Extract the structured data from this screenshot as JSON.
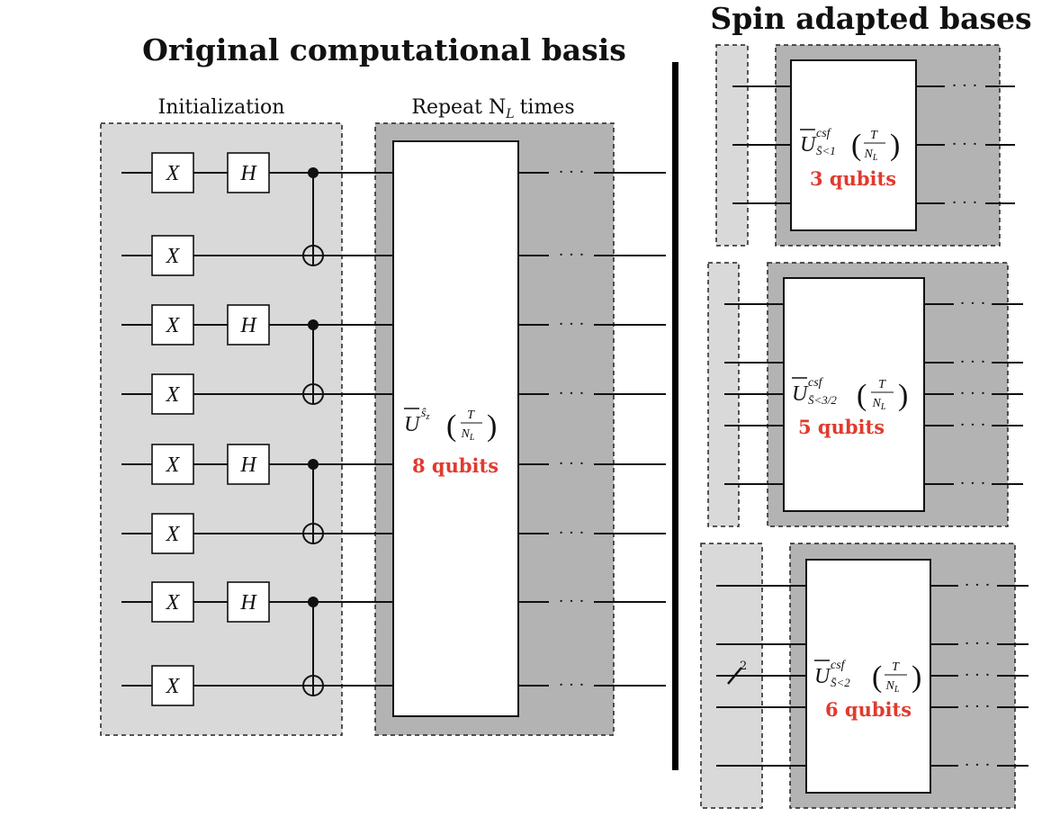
{
  "titles": {
    "left": "Original computational basis",
    "right": "Spin adapted bases"
  },
  "labels": {
    "initialization": "Initialization",
    "repeat": "Repeat N",
    "repeat_sub": "L",
    "repeat_tail": "times"
  },
  "gates": {
    "x": "X",
    "h": "H"
  },
  "main_operator": {
    "symbol": "U",
    "superscript": "ŝ",
    "superscript_sub": "z",
    "frac_num": "T",
    "frac_den": "N",
    "frac_den_sub": "L",
    "qubits": "8 qubits"
  },
  "spin_blocks": [
    {
      "symbol": "U",
      "superscript": "csf",
      "subscript": "S̄<1",
      "frac_num": "T",
      "frac_den": "N",
      "frac_den_sub": "L",
      "qubits": "3 qubits"
    },
    {
      "symbol": "U",
      "superscript": "csf",
      "subscript": "S̄<3/2",
      "frac_num": "T",
      "frac_den": "N",
      "frac_den_sub": "L",
      "qubits": "5 qubits"
    },
    {
      "symbol": "U",
      "superscript": "csf",
      "subscript": "S̄<2",
      "frac_num": "T",
      "frac_den": "N",
      "frac_den_sub": "L",
      "qubits": "6 qubits"
    }
  ],
  "register_width": "2",
  "dots": "· · ·",
  "colors": {
    "init_fill": "#d9d9d9",
    "repeat_fill": "#b3b3b3",
    "accent": "#e03b2e",
    "ink": "#111111"
  }
}
